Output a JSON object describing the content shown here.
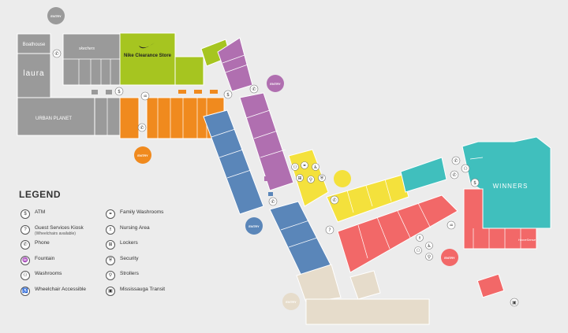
{
  "colors": {
    "grey": "#9a9a9a",
    "green": "#a6c520",
    "orange": "#f08a1e",
    "purple": "#b06fb0",
    "blue": "#5a86b9",
    "yellow": "#f4e13c",
    "red": "#f26868",
    "teal": "#40bfbd",
    "beige": "#e6dccb",
    "entry": "#f05e5e"
  },
  "stores": {
    "boathouse": "Boathouse",
    "laura": "laura",
    "urban_planet": "URBAN PLANET",
    "nike": "Nike Clearance Store",
    "winners": "WINNERS",
    "brand_logo": "skechers",
    "small_logo": "HomeSense"
  },
  "entries": {
    "label": "ENTRY"
  },
  "legend": {
    "title": "LEGEND",
    "items": [
      {
        "icon": "atm-icon",
        "glyph": "$",
        "label": "ATM"
      },
      {
        "icon": "family-washroom-icon",
        "glyph": "⚭",
        "label": "Family Washrooms"
      },
      {
        "icon": "guest-services-icon",
        "glyph": "?",
        "label": "Guest Services Kiosk",
        "sub": "(Wheelchairs available)"
      },
      {
        "icon": "nursing-icon",
        "glyph": "♗",
        "label": "Nursing Area"
      },
      {
        "icon": "phone-icon",
        "glyph": "✆",
        "label": "Phone"
      },
      {
        "icon": "lockers-icon",
        "glyph": "⊞",
        "label": "Lockers"
      },
      {
        "icon": "fountain-icon",
        "glyph": "♒",
        "label": "Fountain"
      },
      {
        "icon": "security-icon",
        "glyph": "⛨",
        "label": "Security"
      },
      {
        "icon": "washrooms-icon",
        "glyph": "⚇",
        "label": "Washrooms"
      },
      {
        "icon": "strollers-icon",
        "glyph": "⚲",
        "label": "Strollers"
      },
      {
        "icon": "wheelchair-icon",
        "glyph": "♿",
        "label": "Wheelchair Accessible"
      },
      {
        "icon": "transit-icon",
        "glyph": "▣",
        "label": "Mississauga Transit"
      }
    ]
  }
}
